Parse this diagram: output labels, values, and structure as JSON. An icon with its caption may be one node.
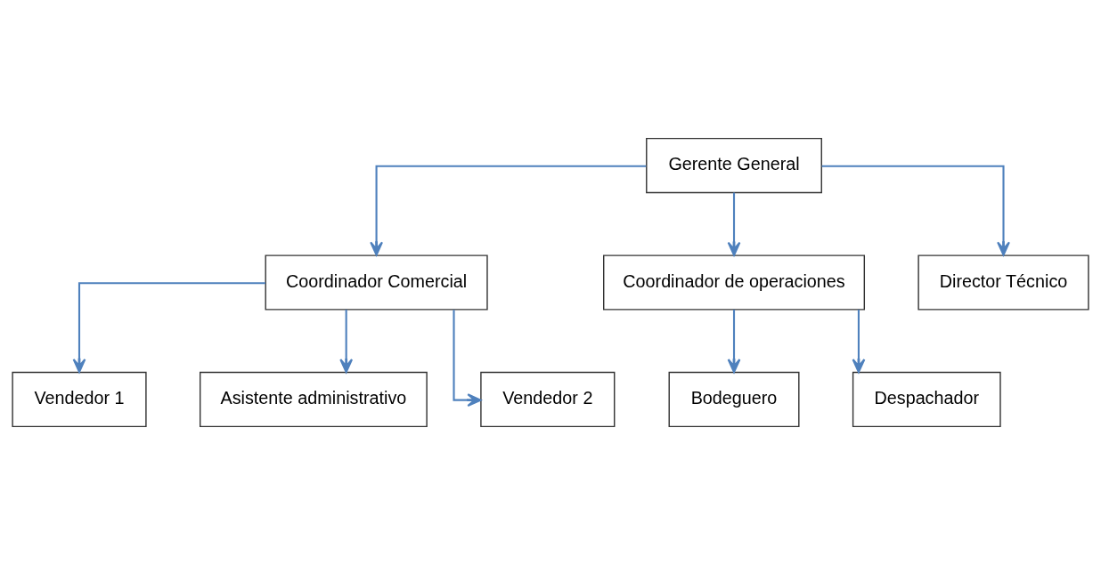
{
  "diagram": {
    "nodes": [
      {
        "text": [
          "Gerente General"
        ]
      },
      {
        "text": [
          "Coordinador Comercial"
        ]
      },
      {
        "text": [
          "Coordinador de operaciones"
        ]
      },
      {
        "text": [
          "Director Técnico"
        ]
      },
      {
        "text": [
          "Vendedor 1"
        ]
      },
      {
        "text": [
          "Asistente administrativo"
        ]
      },
      {
        "text": [
          "Vendedor 2"
        ]
      },
      {
        "text": [
          "Bodeguero"
        ]
      },
      {
        "text": [
          "Despachador"
        ]
      }
    ],
    "edges": [
      {
        "from": 0,
        "to": 1,
        "arrow": "to"
      },
      {
        "from": 0,
        "to": 2,
        "arrow": "to"
      },
      {
        "from": 0,
        "to": 3,
        "arrow": "to"
      },
      {
        "from": 1,
        "to": 4,
        "arrow": "to"
      },
      {
        "from": 1,
        "to": 5,
        "arrow": "to"
      },
      {
        "from": 1,
        "to": 6,
        "arrow": "to"
      },
      {
        "from": 2,
        "to": 7,
        "arrow": "to"
      },
      {
        "from": 2,
        "to": 8,
        "arrow": "to"
      }
    ]
  }
}
